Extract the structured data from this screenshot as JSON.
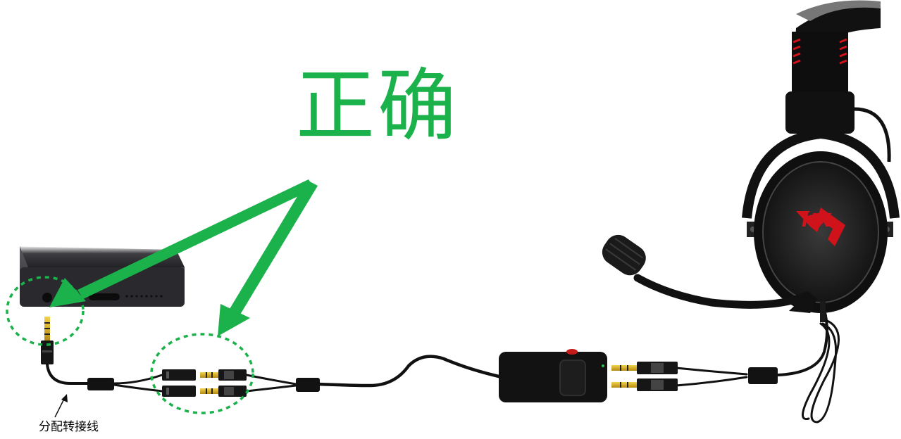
{
  "headline": {
    "text": "正确",
    "color": "#1bb14b"
  },
  "caption": {
    "text": "分配转接线"
  },
  "colors": {
    "highlight_green": "#1bb14b",
    "cable_black": "#111111",
    "gold_contact": "#d8b020",
    "brand_red": "#d0121b"
  },
  "logo": {
    "text": "HX"
  },
  "icons": {
    "arrow": "arrow-icon",
    "highlight": "dashed-circle-highlight"
  }
}
